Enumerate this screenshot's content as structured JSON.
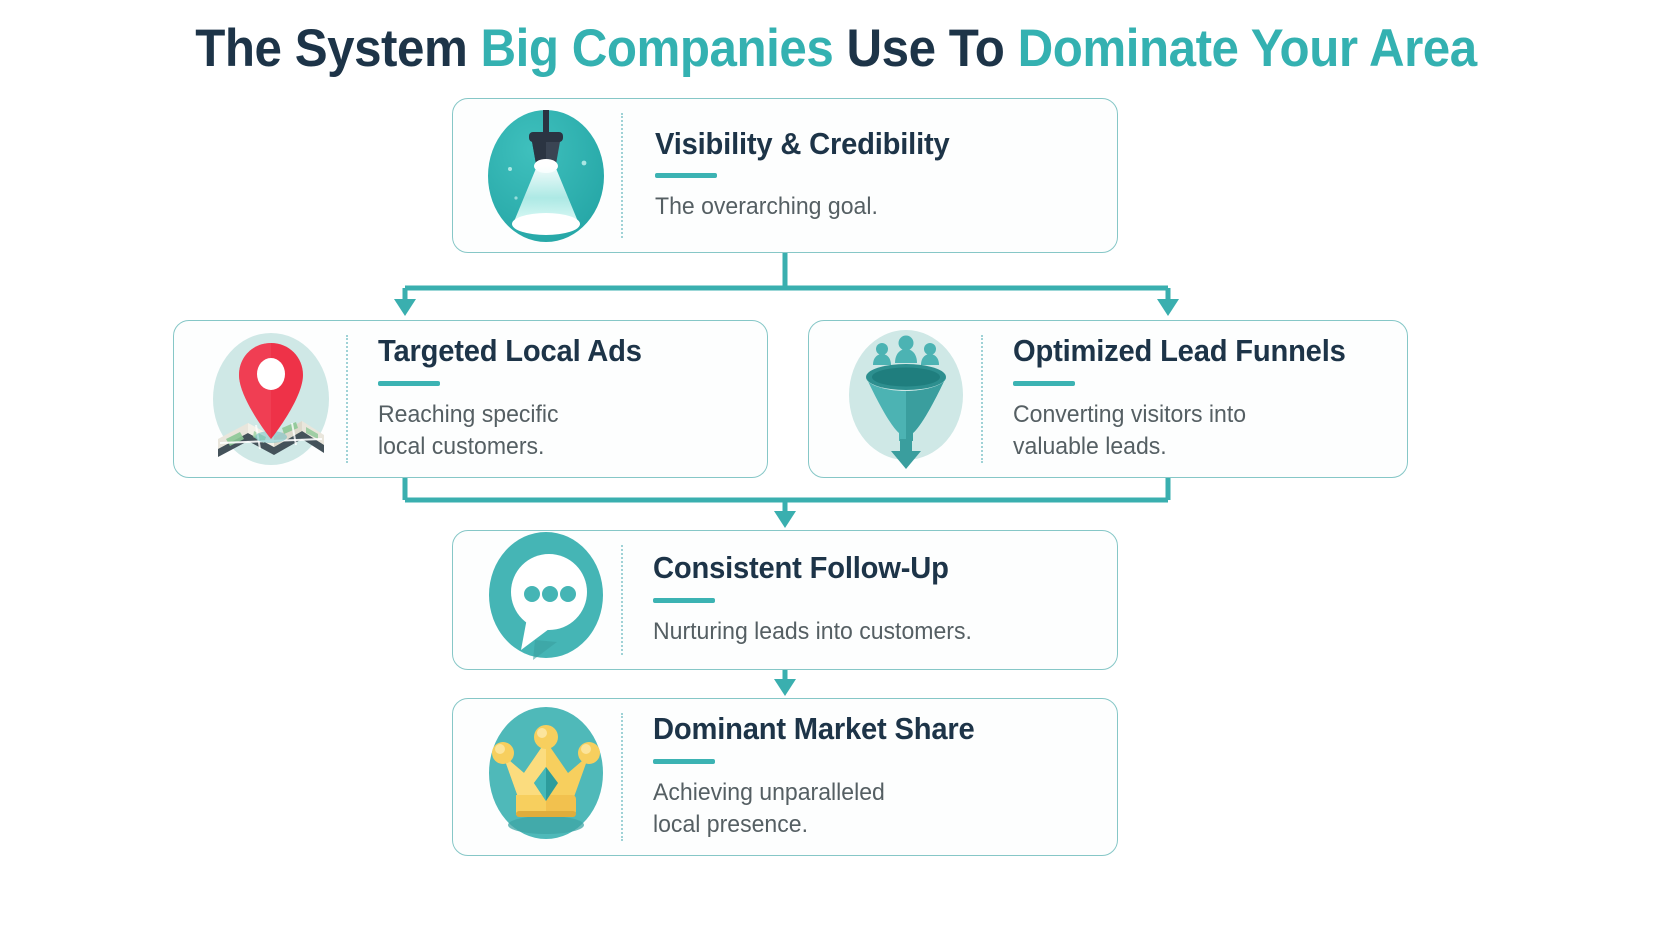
{
  "title": {
    "part1": "The System ",
    "part2": "Big Companies",
    "part3": " Use To ",
    "part4": "Dominate Your Area",
    "full": "The System Big Companies Use To Dominate Your Area"
  },
  "colors": {
    "teal": "#34b1b1",
    "teal_dark": "#2aa3a3",
    "teal_light": "#c5e5e3",
    "navy": "#1d3448",
    "body_text": "#555f63",
    "card_border": "#86c7c7",
    "connector": "#3aafaf",
    "background": "#ffffff",
    "pin_red": "#ee3248",
    "crown_gold": "#f5c344"
  },
  "cards": [
    {
      "id": "visibility",
      "icon": "spotlight-icon",
      "title": "Visibility & Credibility",
      "desc": "The overarching goal."
    },
    {
      "id": "ads",
      "icon": "map-pin-icon",
      "title": "Targeted Local Ads",
      "desc": "Reaching specific\nlocal customers."
    },
    {
      "id": "funnel",
      "icon": "lead-funnel-icon",
      "title": "Optimized Lead Funnels",
      "desc": "Converting visitors into\nvaluable leads."
    },
    {
      "id": "followup",
      "icon": "chat-bubble-icon",
      "title": "Consistent Follow-Up",
      "desc": "Nurturing leads into customers."
    },
    {
      "id": "dominant",
      "icon": "crown-icon",
      "title": "Dominant Market Share",
      "desc": "Achieving unparalleled\nlocal presence."
    }
  ],
  "flow": {
    "type": "diagram",
    "layout": "top-down flowchart",
    "nodes": [
      "Visibility & Credibility",
      "Targeted Local Ads",
      "Optimized Lead Funnels",
      "Consistent Follow-Up",
      "Dominant Market Share"
    ],
    "edges": [
      {
        "from": "Visibility & Credibility",
        "to": "Targeted Local Ads"
      },
      {
        "from": "Visibility & Credibility",
        "to": "Optimized Lead Funnels"
      },
      {
        "from": "Targeted Local Ads",
        "to": "Consistent Follow-Up"
      },
      {
        "from": "Optimized Lead Funnels",
        "to": "Consistent Follow-Up"
      },
      {
        "from": "Consistent Follow-Up",
        "to": "Dominant Market Share"
      }
    ]
  }
}
